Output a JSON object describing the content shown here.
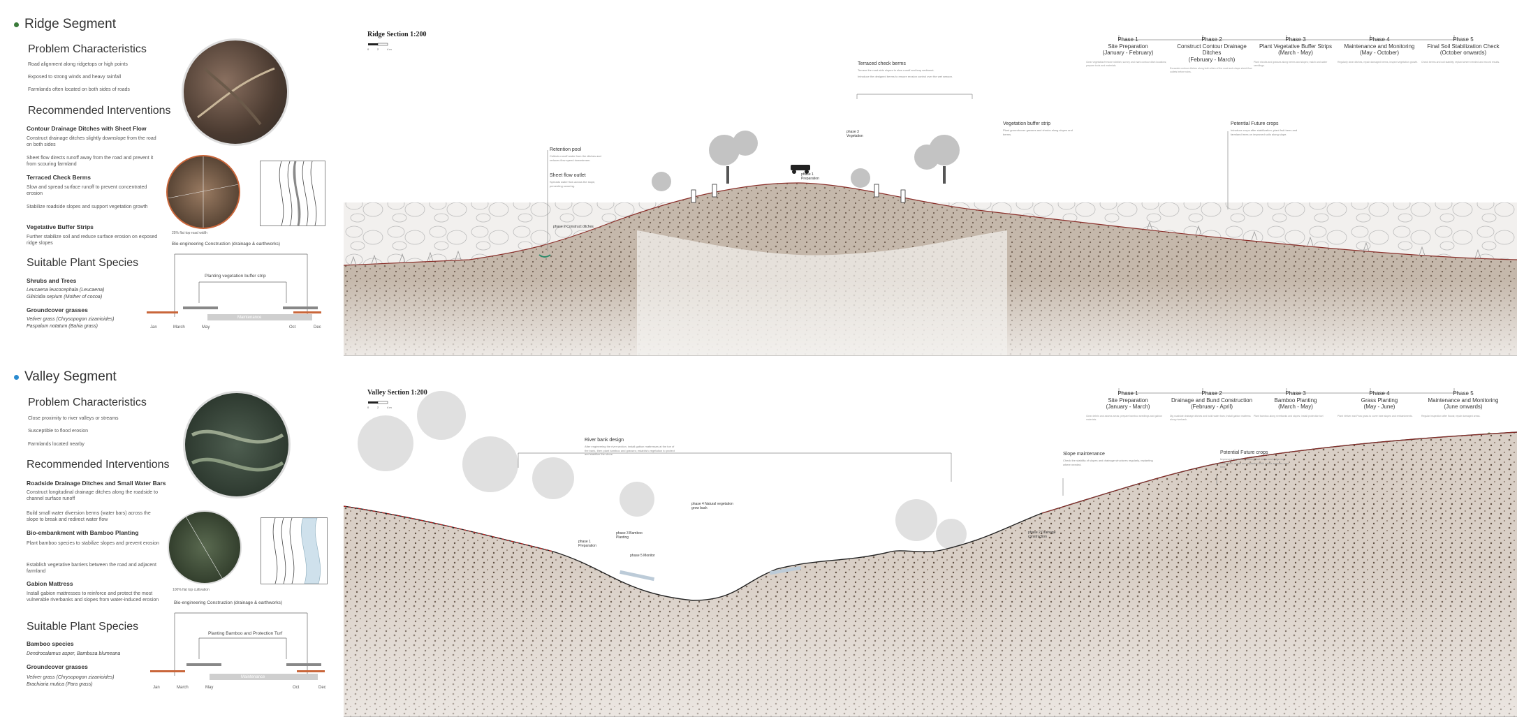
{
  "colors": {
    "ridge_dot": "#3a7a3a",
    "valley_dot": "#2a8bd0",
    "orange": "#c9663a",
    "soil": "#b9a89a",
    "water": "#cfe1ec"
  },
  "ridge": {
    "title": "Ridge Segment",
    "problem_heading": "Problem Characteristics",
    "problems": [
      "Road alignment along ridgetops or high points",
      "Exposed to strong winds and heavy rainfall",
      "Farmlands often located on both sides of roads"
    ],
    "interventions_heading": "Recommended Interventions",
    "interventions": [
      {
        "title": "Contour Drainage Ditches with Sheet Flow",
        "desc": [
          "Construct drainage ditches slightly downslope from the road on both sides",
          "Sheet flow directs runoff away from the road and prevent it from scouring farmland"
        ]
      },
      {
        "title": "Terraced Check Berms",
        "desc": [
          "Slow and spread surface runoff to prevent concentrated erosion",
          "Stabilize roadside slopes and support vegetation growth"
        ]
      },
      {
        "title": "Vegetative Buffer Strips",
        "desc": [
          "Further stabilize soil and reduce surface erosion on exposed ridge slopes"
        ]
      }
    ],
    "image_caption": "25% flat top road width",
    "timeline_title": "Bio-engineering Construction (drainage & earthworks)",
    "timeline_inner": "Planting vegetation buffer strip",
    "timeline_bar": "Maintenance",
    "months": [
      "Jan",
      "March",
      "May",
      "Oct",
      "Dec"
    ],
    "species_heading": "Suitable Plant Species",
    "species": [
      {
        "group": "Shrubs and Trees",
        "names": [
          "Leucaena leucocephala (Leucaena)",
          "Gliricidia sepium (Mother of cocoa)"
        ]
      },
      {
        "group": "Groundcover grasses",
        "names": [
          "Vetiver grass (Chrysopogon zizanioides)",
          "Paspalum notatum (Bahia grass)"
        ]
      }
    ],
    "section_label": "Ridge Section 1:200",
    "scale_ticks": [
      "0",
      "2",
      "4 m"
    ],
    "phases": [
      {
        "name": "Phase 1",
        "task": "Site Preparation",
        "period": "(January - February)",
        "desc": "Clear vegetation/remove rubbish; survey and mark contour ditch locations; prepare tools and materials."
      },
      {
        "name": "Phase 2",
        "task": "Construct Contour Drainage Ditches",
        "period": "(February - March)",
        "desc": "Excavate contour ditches along both sides of the road and shape sheet-flow outlets before rains."
      },
      {
        "name": "Phase 3",
        "task": "Plant Vegetative Buffer Strips",
        "period": "(March - May)",
        "desc": "Plant shrubs and grasses along berms and slopes; mulch and water seedlings."
      },
      {
        "name": "Phase 4",
        "task": "Maintenance and Monitoring",
        "period": "(May - October)",
        "desc": "Regularly clear ditches, repair damaged berms, inspect vegetation growth."
      },
      {
        "name": "Phase 5",
        "task": "Final Soil Stabilization Check",
        "period": "(October onwards)",
        "desc": "Check berms and soil stability; replant where needed and record results."
      }
    ],
    "annotations": [
      {
        "title": "Terraced check berms",
        "desc": [
          "Terrace the road-side slopes to slow runoff and trap sediment.",
          "Introduce the designed berms to ensure erosion control over the wet season."
        ]
      },
      {
        "title": "Vegetation buffer strip",
        "desc": [
          "Plant groundcover grasses and shrubs along slopes and berms."
        ]
      },
      {
        "title": "Potential Future crops",
        "desc": [
          "Introduce crops after stabilization; plant fruit trees and farmland trees on improved soils along slope."
        ]
      },
      {
        "title": "Retention pool",
        "desc": [
          "Collects runoff water from the ditches and reduces flow speed downstream."
        ]
      },
      {
        "title": "Sheet flow outlet",
        "desc": [
          "Spreads water flow across the slope, preventing scouring."
        ]
      },
      {
        "title": "phase 3 Vegetation",
        "desc": []
      },
      {
        "title": "phase 1 Preparation",
        "desc": []
      },
      {
        "title": "phase 2 Construct ditches",
        "desc": []
      }
    ]
  },
  "valley": {
    "title": "Valley Segment",
    "problem_heading": "Problem Characteristics",
    "problems": [
      "Close proximity to river valleys or streams",
      "Susceptible to flood erosion",
      "Farmlands located nearby"
    ],
    "interventions_heading": "Recommended Interventions",
    "interventions": [
      {
        "title": "Roadside Drainage Ditches and Small Water Bars",
        "desc": [
          "Construct longitudinal drainage ditches along the roadside to channel surface runoff",
          "Build small water diversion berms (water bars) across the slope to break and redirect water flow"
        ]
      },
      {
        "title": "Bio-embankment with Bamboo Planting",
        "desc": [
          "Plant bamboo species to stabilize slopes and prevent erosion",
          "Establish vegetative barriers between the road and adjacent farmland"
        ]
      },
      {
        "title": "Gabion Mattress",
        "desc": [
          "Install gabion mattresses to reinforce and protect the most vulnerable riverbanks and slopes from water-induced erosion"
        ]
      }
    ],
    "image_caption": "100% flat top cultivation",
    "timeline_title": "Bio-engineering Construction (drainage & earthworks)",
    "timeline_inner": "Planting Bamboo and Protection Turf",
    "timeline_bar": "Maintenance",
    "months": [
      "Jan",
      "March",
      "May",
      "Oct",
      "Dec"
    ],
    "species_heading": "Suitable Plant Species",
    "species": [
      {
        "group": "Bamboo species",
        "names": [
          "Dendrocalamus asper, Bambusa blumeana"
        ]
      },
      {
        "group": "Groundcover grasses",
        "names": [
          "Vetiver grass (Chrysopogon zizanioides)",
          "Brachiaria mutica (Para grass)"
        ]
      }
    ],
    "section_label": "Valley Section 1:200",
    "scale_ticks": [
      "0",
      "2",
      "4 m"
    ],
    "phases": [
      {
        "name": "Phase 1",
        "task": "Site Preparation",
        "period": "(January - March)",
        "desc": "Clear debris and assess areas; prepare bamboo seedlings and gabion materials."
      },
      {
        "name": "Phase 2",
        "task": "Drainage and Bund Construction",
        "period": "(February - April)",
        "desc": "Dig roadside drainage ditches and build water bars; install gabion mattress along riverbank."
      },
      {
        "name": "Phase 3",
        "task": "Bamboo Planting",
        "period": "(March - May)",
        "desc": "Plant bamboo along riverbanks and slopes; install protection turf."
      },
      {
        "name": "Phase 4",
        "task": "Grass Planting",
        "period": "(May - June)",
        "desc": "Plant Vetiver and Para grass to cover bare slopes and embankments."
      },
      {
        "name": "Phase 5",
        "task": "Maintenance and Monitoring",
        "period": "(June onwards)",
        "desc": "Regular inspection after floods; repair damaged areas."
      }
    ],
    "annotations": [
      {
        "title": "River bank design",
        "desc": [
          "After engineering the river section, install gabion mattresses at the toe of the bank, then plant bamboo and grasses; establish vegetation to protect and stabilize the shore."
        ]
      },
      {
        "title": "Slope maintenance",
        "desc": [
          "Check the stability of slopes and drainage structures regularly, replanting where needed."
        ]
      },
      {
        "title": "Potential Future crops",
        "desc": [
          "Improved farmland, planting fruit trees and ridge-top cultivation; areas are replanted with native species over time."
        ]
      },
      {
        "title": "phase 4 Natural vegetation grow back",
        "desc": []
      },
      {
        "title": "phase 3 Bamboo Planting",
        "desc": []
      },
      {
        "title": "phase 5 Monitor",
        "desc": []
      },
      {
        "title": "phase 2 Drainage construction",
        "desc": []
      },
      {
        "title": "phase 1 Preparation",
        "desc": []
      }
    ]
  }
}
